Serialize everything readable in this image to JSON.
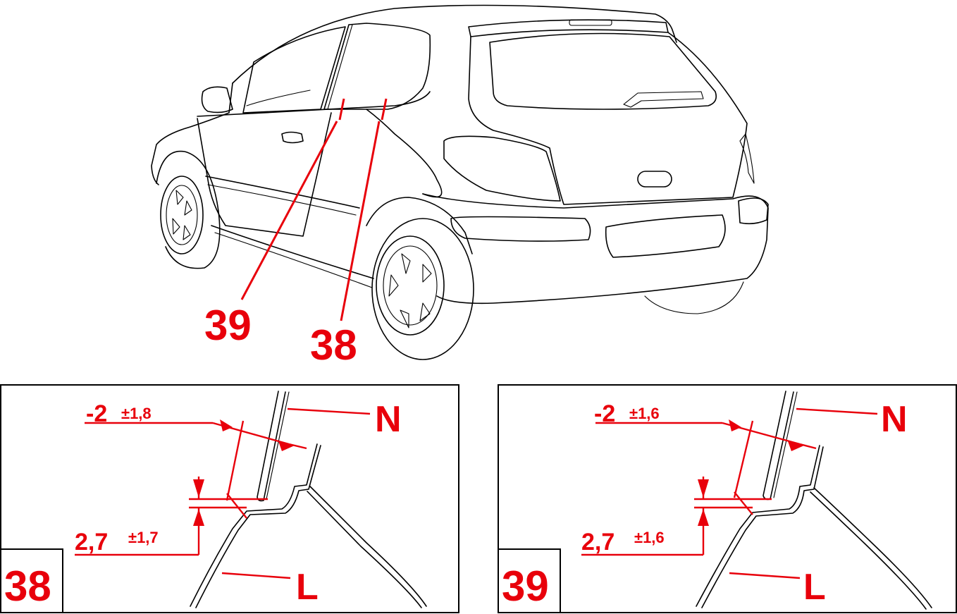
{
  "callouts": {
    "car_label_39": "39",
    "car_label_38": "38"
  },
  "panel_38": {
    "number": "38",
    "offset_value": "-2",
    "offset_tol": "±1,8",
    "gap_value": "2,7",
    "gap_tol": "±1,7",
    "label_n": "N",
    "label_l": "L"
  },
  "panel_39": {
    "number": "39",
    "offset_value": "-2",
    "offset_tol": "±1,6",
    "gap_value": "2,7",
    "gap_tol": "±1,6",
    "label_n": "N",
    "label_l": "L"
  },
  "colors": {
    "annotation": "#e8000b",
    "line": "#000000",
    "background": "#ffffff"
  }
}
